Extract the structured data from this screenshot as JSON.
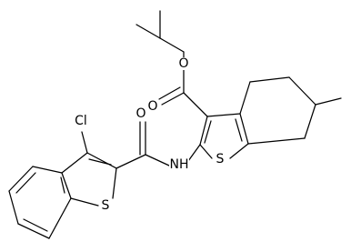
{
  "molecule": {
    "atom_labels": {
      "carbonyl_oxygen_left": "O",
      "amide_nitrogen": "NH",
      "ester_ether_oxygen": "O",
      "ester_carbonyl_oxygen": "O",
      "thiophene_sulfur_right": "S",
      "thiophene_sulfur_left": "S",
      "chlorine": "Cl"
    }
  },
  "colors": {
    "bond": "#000000",
    "label": "#000000",
    "background": "#ffffff"
  }
}
